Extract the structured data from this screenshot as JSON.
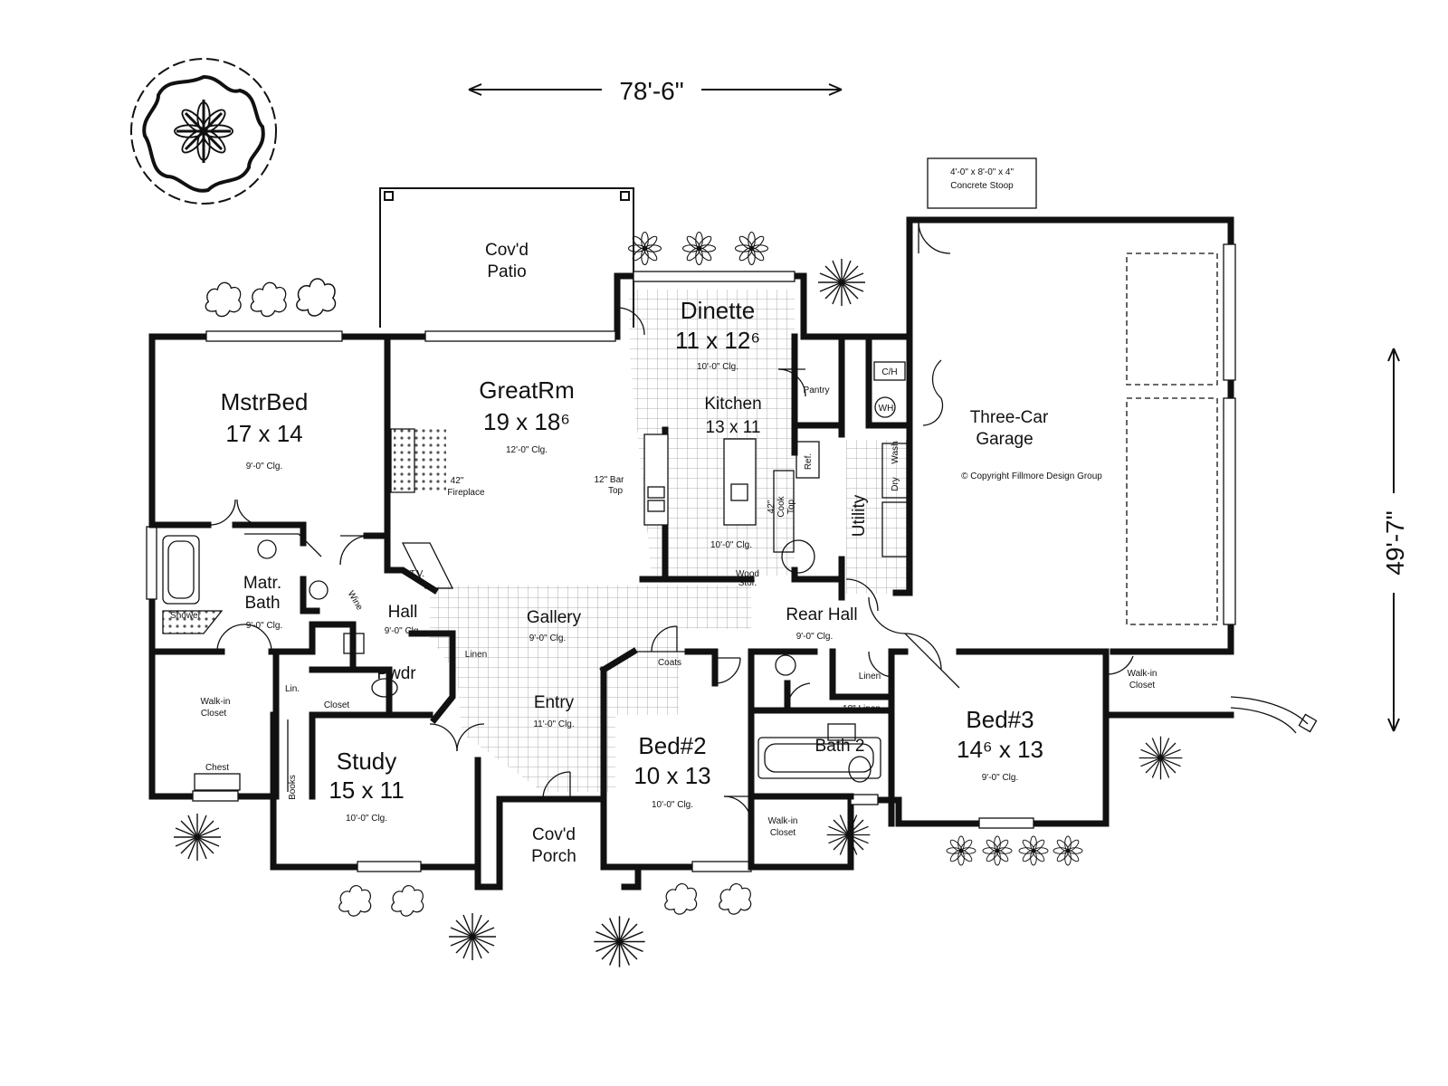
{
  "dimensions": {
    "width": "78'-6\"",
    "depth": "49'-7\""
  },
  "stoop": {
    "line1": "4'-0\" x 8'-0\" x 4\"",
    "line2": "Concrete Stoop"
  },
  "rooms": {
    "mstrbed": {
      "name": "MstrBed",
      "size": "17 x 14",
      "ceiling": "9'-0\" Clg."
    },
    "greatrm": {
      "name": "GreatRm",
      "size": "19 x 18⁶",
      "ceiling": "12'-0\" Clg."
    },
    "dinette": {
      "name": "Dinette",
      "size": "11 x 12⁶",
      "ceiling": "10'-0\" Clg."
    },
    "kitchen": {
      "name": "Kitchen",
      "size": "13 x 11",
      "ceiling": "10'-0\" Clg."
    },
    "patio": {
      "line1": "Cov'd",
      "line2": "Patio"
    },
    "garage": {
      "line1": "Three-Car",
      "line2": "Garage"
    },
    "mstrbath": {
      "line1": "Matr.",
      "line2": "Bath",
      "ceiling": "9'-0\" Clg."
    },
    "hall": {
      "name": "Hall",
      "ceiling": "9'-0\" Clg."
    },
    "gallery": {
      "name": "Gallery",
      "ceiling": "9'-0\" Clg."
    },
    "rearhall": {
      "name": "Rear Hall",
      "ceiling": "9'-0\" Clg."
    },
    "entry": {
      "name": "Entry",
      "ceiling": "11'-0\" Clg."
    },
    "pwdr": {
      "name": "Pwdr"
    },
    "study": {
      "name": "Study",
      "size": "15 x 11",
      "ceiling": "10'-0\" Clg."
    },
    "porch": {
      "line1": "Cov'd",
      "line2": "Porch"
    },
    "bed2": {
      "name": "Bed#2",
      "size": "10 x 13",
      "ceiling": "10'-0\" Clg."
    },
    "bath2": {
      "name": "Bath 2"
    },
    "bed3": {
      "name": "Bed#3",
      "size": "14⁶ x 13",
      "ceiling": "9'-0\" Clg."
    },
    "utility": {
      "name": "Utility"
    }
  },
  "labels": {
    "pantry": "Pantry",
    "ch": "C/H",
    "wh": "WH",
    "fireplace_1": "42\"",
    "fireplace_2": "Fireplace",
    "bartop_1": "12\" Bar",
    "bartop_2": "Top",
    "cooktop_1": "42\"",
    "cooktop_2": "Cook",
    "cooktop_3": "Top",
    "tv": "T.V.",
    "ref": "Ref.",
    "dryer": "Dry",
    "washer": "Wash",
    "wood_stor_1": "Wood",
    "wood_stor_2": "Stor.",
    "linen": "Linen",
    "lin": "Lin.",
    "closet": "Closet",
    "coats": "Coats",
    "linen_18": "18\" Linen",
    "wic_mstr_1": "Walk-in",
    "wic_mstr_2": "Closet",
    "chest": "Chest",
    "shower": "Shower",
    "wine": "Wine",
    "books": "Books",
    "wic_bed2_1": "Walk-in",
    "wic_bed2_2": "Closet",
    "wic_bed3_1": "Walk-in",
    "wic_bed3_2": "Closet",
    "copyright": "© Copyright Fillmore Design Group"
  }
}
